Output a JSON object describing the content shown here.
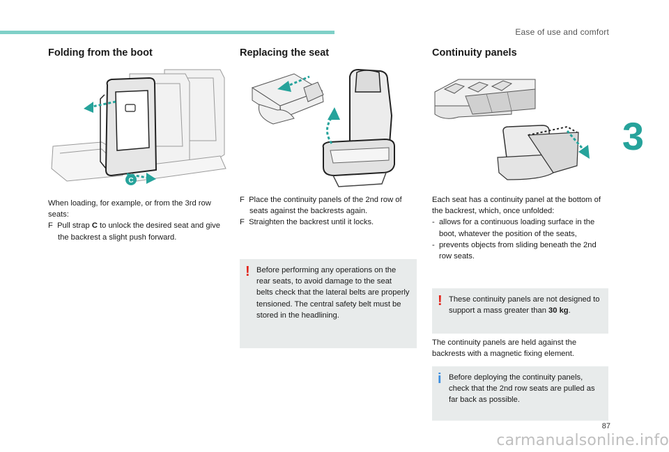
{
  "header": {
    "section": "Ease of use and comfort",
    "chapter": "3",
    "page_number": "87"
  },
  "col1": {
    "title": "Folding from the boot",
    "intro": "When loading, for example, or from the 3rd row seats:",
    "bullet_prefix": "Pull strap ",
    "bullet_bold": "C",
    "bullet_suffix": " to unlock the desired seat and give the backrest a slight push forward.",
    "label_c": "C"
  },
  "col2": {
    "title": "Replacing the seat",
    "bullet1": "Place the continuity panels of the 2nd row of seats against the backrests again.",
    "bullet2": "Straighten the backrest until it locks.",
    "warning": "Before performing any operations on the rear seats, to avoid damage to the seat belts check that the lateral belts are properly tensioned. The central safety belt must be stored in the headlining."
  },
  "col3": {
    "title": "Continuity panels",
    "intro": "Each seat has a continuity panel at the bottom of the backrest, which, once unfolded:",
    "dash1": "allows for a continuous loading surface in the boot, whatever the position of the seats,",
    "dash2": "prevents objects from sliding beneath the 2nd row seats.",
    "warning_prefix": "These continuity panels are not designed to support a mass greater than ",
    "warning_bold": "30 kg",
    "warning_suffix": ".",
    "para": "The continuity panels are held against the backrests with a magnetic fixing element.",
    "info": "Before deploying the continuity panels, check that the 2nd row seats are pulled as far back as possible."
  },
  "glyphs": {
    "bullet": "F",
    "dash": "-",
    "warn": "!",
    "info": "i"
  },
  "watermark": "carmanualsonline.info",
  "colors": {
    "accent": "#26a39b",
    "bar": "#7fd0c8",
    "warning": "#e2231a",
    "info": "#3c8fe0",
    "note_bg": "#e8ebeb"
  }
}
